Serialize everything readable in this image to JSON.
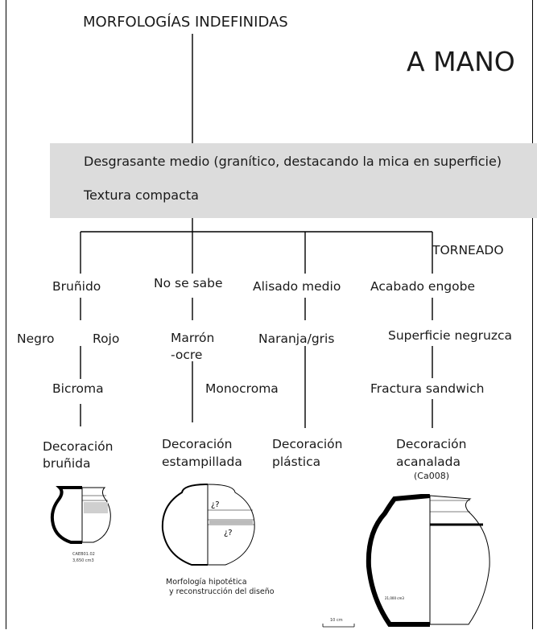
{
  "title": "MORFOLOGÍAS INDEFINIDAS",
  "technique": "A MANO",
  "band": {
    "line1": "Desgrasante medio (granítico, destacando la mica en superficie)",
    "line2": "Textura compacta"
  },
  "torneado": "TORNEADO",
  "branches": [
    {
      "finish": "Bruñido",
      "color_left": "Negro",
      "color_right": "Rojo",
      "tone": "Bicroma",
      "deco1": "Decoración",
      "deco2": "bruñida",
      "pot_labels": [
        "CAEB01.02",
        "3,650 cm3"
      ]
    },
    {
      "finish": "No se sabe",
      "color1": "Marrón",
      "color2": "-ocre",
      "deco1": "Decoración",
      "deco2": "estampillada",
      "pot_marks": [
        "¿?",
        "¿?"
      ],
      "caption1": "Morfología hipotética",
      "caption2": "y reconstrucción del diseño"
    },
    {
      "finish": "Alisado medio",
      "color": "Naranja/gris",
      "deco1": "Decoración",
      "deco2": "plástica"
    },
    {
      "finish": "Acabado engobe",
      "surface": "Superficie negruzca",
      "fracture": "Fractura sandwich",
      "deco1": "Decoración",
      "deco2": "acanalada",
      "code": "(Ca008)",
      "pot_label": "21,000 cm3"
    }
  ],
  "monocroma": "Monocroma",
  "scale": "10 cm"
}
